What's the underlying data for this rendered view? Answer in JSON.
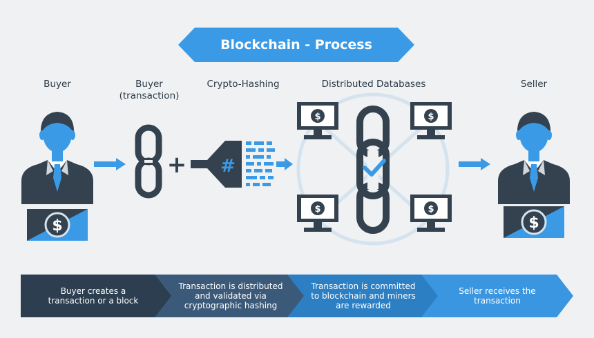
{
  "title": "Blockchain - Process",
  "columns": [
    {
      "id": "buyer",
      "label": "Buyer"
    },
    {
      "id": "buyer-transaction",
      "label": "Buyer\n(transaction)"
    },
    {
      "id": "crypto-hashing",
      "label": "Crypto-Hashing"
    },
    {
      "id": "distributed-databases",
      "label": "Distributed Databases"
    },
    {
      "id": "seller",
      "label": "Seller"
    }
  ],
  "steps": [
    {
      "text": "Buyer creates a\ntransaction or a block",
      "color": "#2c3e4f"
    },
    {
      "text": "Transaction is distributed\nand validated via\ncryptographic hashing",
      "color": "#3b5a79"
    },
    {
      "text": "Transaction is committed\nto blockchain and miners\nare rewarded",
      "color": "#2c7fc3"
    },
    {
      "text": "Seller receives the\ntransaction",
      "color": "#3a96e0"
    }
  ],
  "icons": {
    "plus": "+",
    "hash": "#",
    "dollar": "$"
  },
  "colors": {
    "dark": "#34424f",
    "blue": "#3a9ae6",
    "light_blue": "#d5e3ef",
    "background": "#f0f1f2"
  }
}
